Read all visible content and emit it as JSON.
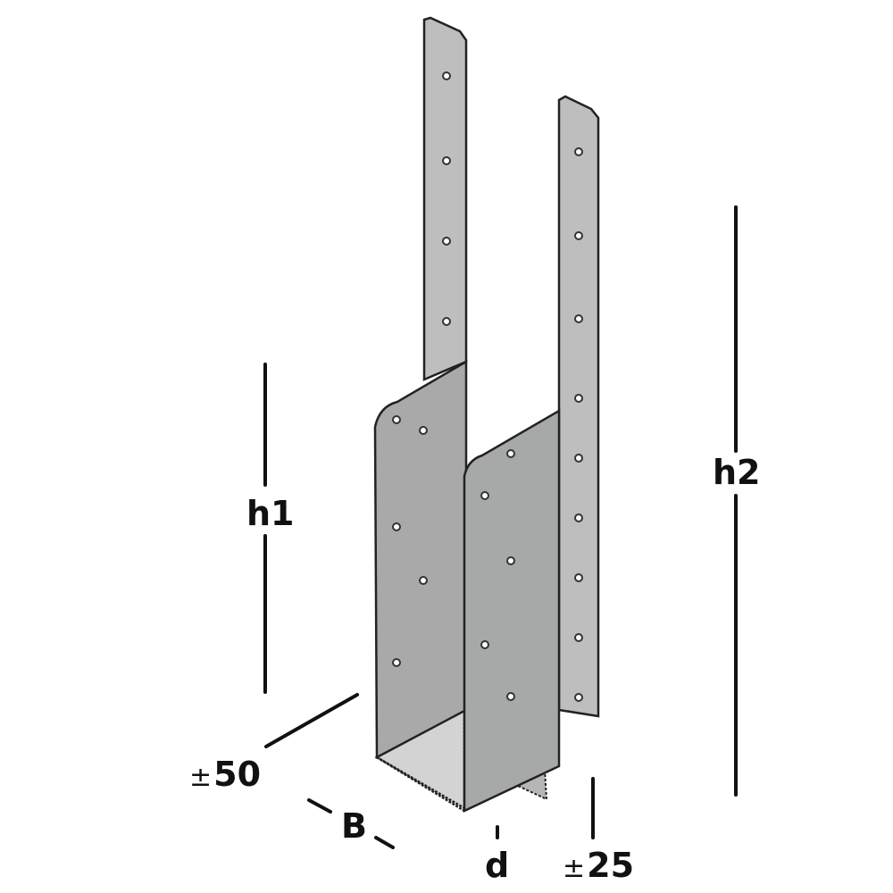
{
  "diagram": {
    "subject": "post base bracket with two vertical flat straps and U-shaped sleeve",
    "colors": {
      "panel_front": "#a9a9a9",
      "panel_side": "#a7a9a9",
      "strap": "#bdbebd",
      "floor": "#d2d3d2",
      "outline": "#222222",
      "dim_line": "#111111"
    },
    "dimensions": {
      "h1": {
        "label": "h1"
      },
      "h2": {
        "label": "h2"
      },
      "B": {
        "label": "B"
      },
      "d": {
        "label": "d"
      },
      "side_tolerance": {
        "prefix": "±",
        "value": "50"
      },
      "bottom_tolerance": {
        "prefix": "±",
        "value": "25"
      }
    }
  }
}
